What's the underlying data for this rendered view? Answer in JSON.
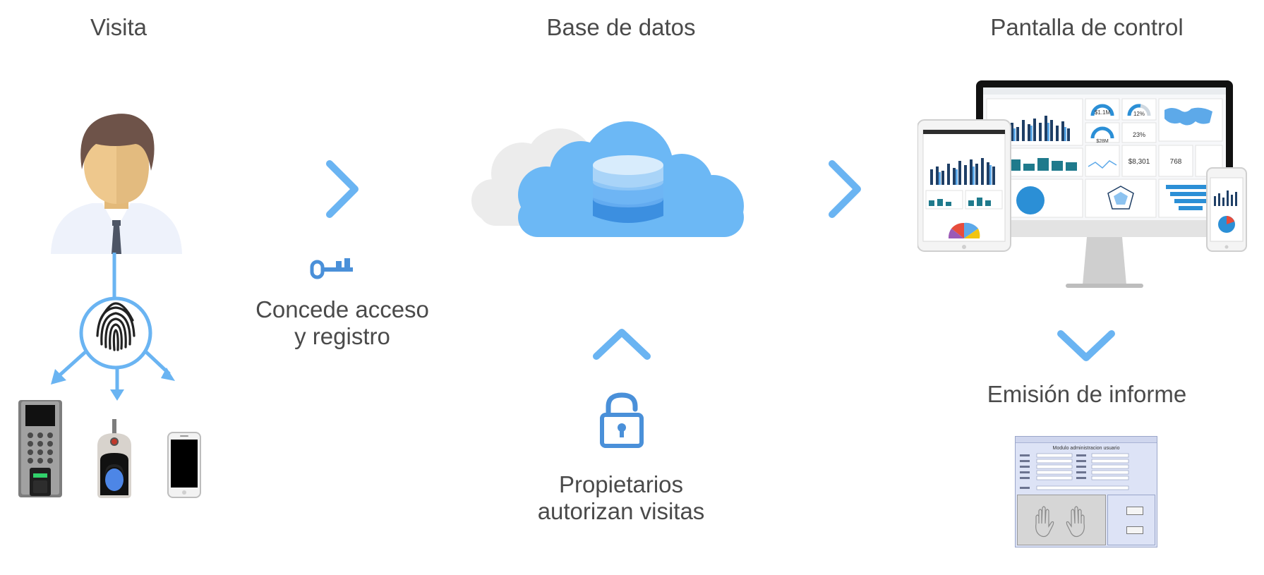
{
  "columns": {
    "visit_title": "Visita",
    "database_title": "Base de datos",
    "control_title": "Pantalla de control"
  },
  "steps": {
    "access_line1": "Concede acceso",
    "access_line2": "y registro",
    "owners_line1": "Propietarios",
    "owners_line2": "autorizan visitas",
    "report_title": "Emisión de informe"
  },
  "dashboard": {
    "kpi_1": "$1.1M",
    "kpi_2": "12%",
    "kpi_3": "$28M",
    "kpi_4": "23%",
    "kpi_5": "$8,301",
    "kpi_6": "768"
  },
  "report_window": {
    "header": "Modulo administracion usuario"
  },
  "colors": {
    "accent": "#6ab4f2",
    "accent_dark": "#4a90d9",
    "text": "#4a4a4a",
    "cloud": "#6cb8f5",
    "cloud_back": "#ececec"
  },
  "icons": {
    "person": "person-icon",
    "fingerprint": "fingerprint-icon",
    "key": "key-icon",
    "lock": "lock-open-icon",
    "database": "database-icon",
    "cloud": "cloud-icon"
  }
}
